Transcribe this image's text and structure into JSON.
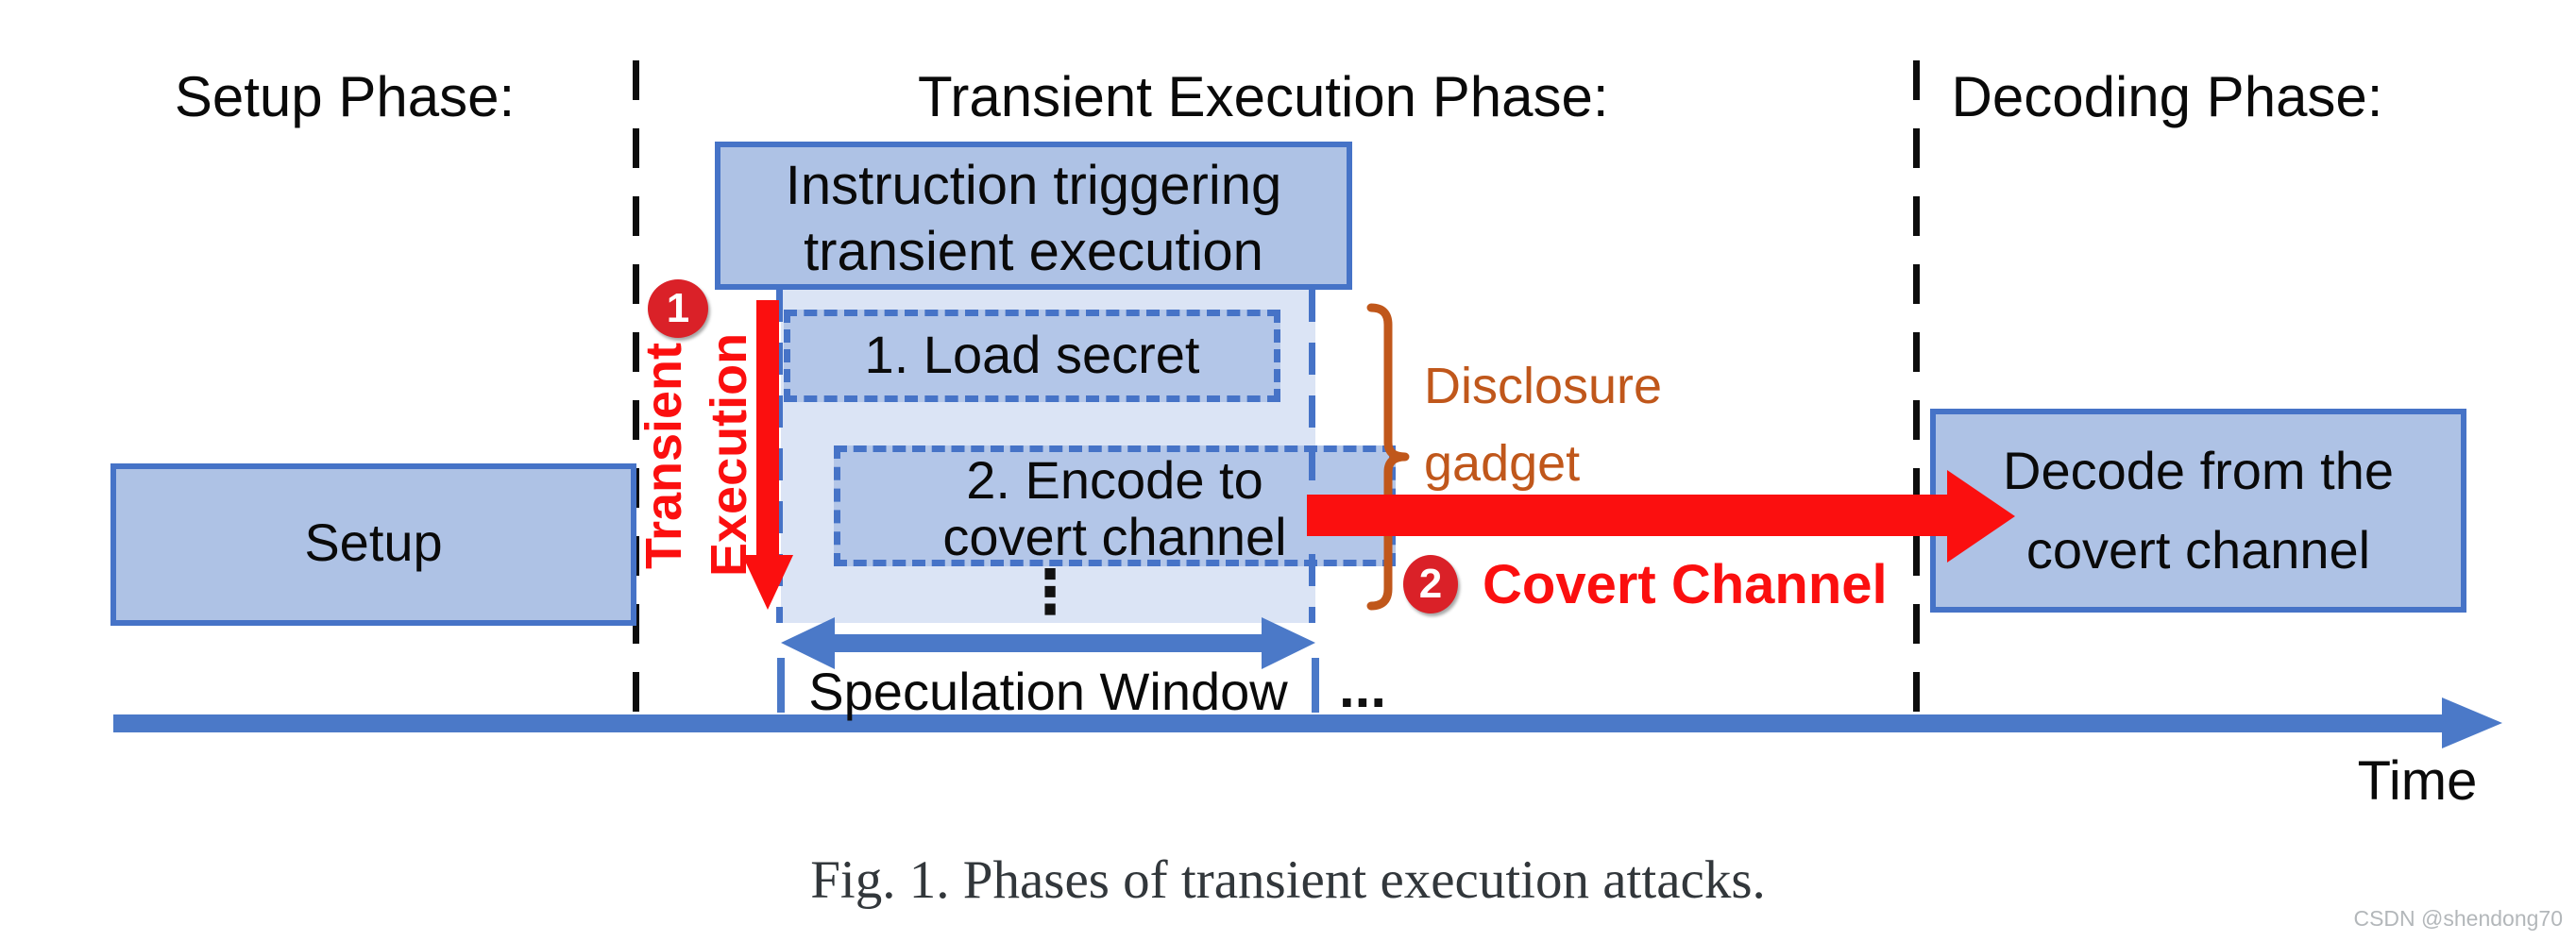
{
  "figure": {
    "caption": "Fig. 1.  Phases of transient execution attacks.",
    "watermark": "CSDN @shendong70",
    "time_axis_label": "Time"
  },
  "phases": {
    "setup": {
      "title": "Setup Phase:",
      "box_label": "Setup"
    },
    "transient": {
      "title": "Transient Execution Phase:",
      "instruction_box_lines": [
        "Instruction triggering",
        "transient execution"
      ],
      "step1_label": "1. Load secret",
      "step2_lines": [
        "2. Encode to",
        "covert channel"
      ],
      "more_steps_vertical_ellipsis": "⋮",
      "speculation_window_label": "Speculation Window",
      "after_window_ellipsis": "...",
      "vertical_label_line1": "Transient",
      "vertical_label_line2": "Execution",
      "badge1": "1",
      "disclosure_gadget_lines": [
        "Disclosure",
        "gadget"
      ]
    },
    "covert_channel": {
      "badge2": "2",
      "label": "Covert Channel"
    },
    "decoding": {
      "title": "Decoding Phase:",
      "box_lines": [
        "Decode from the",
        "covert channel"
      ]
    }
  },
  "colors": {
    "box_border_blue": "#4673c7",
    "solid_box_fill": "#aec2e5",
    "inner_box_fill": "#b3c6e8",
    "window_fill": "#dbe4f5",
    "arrow_blue": "#4b79c8",
    "red": "#fb0f0f",
    "badge_red": "#da2128",
    "orange": "#c0571b",
    "separator_black": "#0d0d0d",
    "caption_gray": "#32373b",
    "watermark_gray": "#b3b7ba"
  }
}
